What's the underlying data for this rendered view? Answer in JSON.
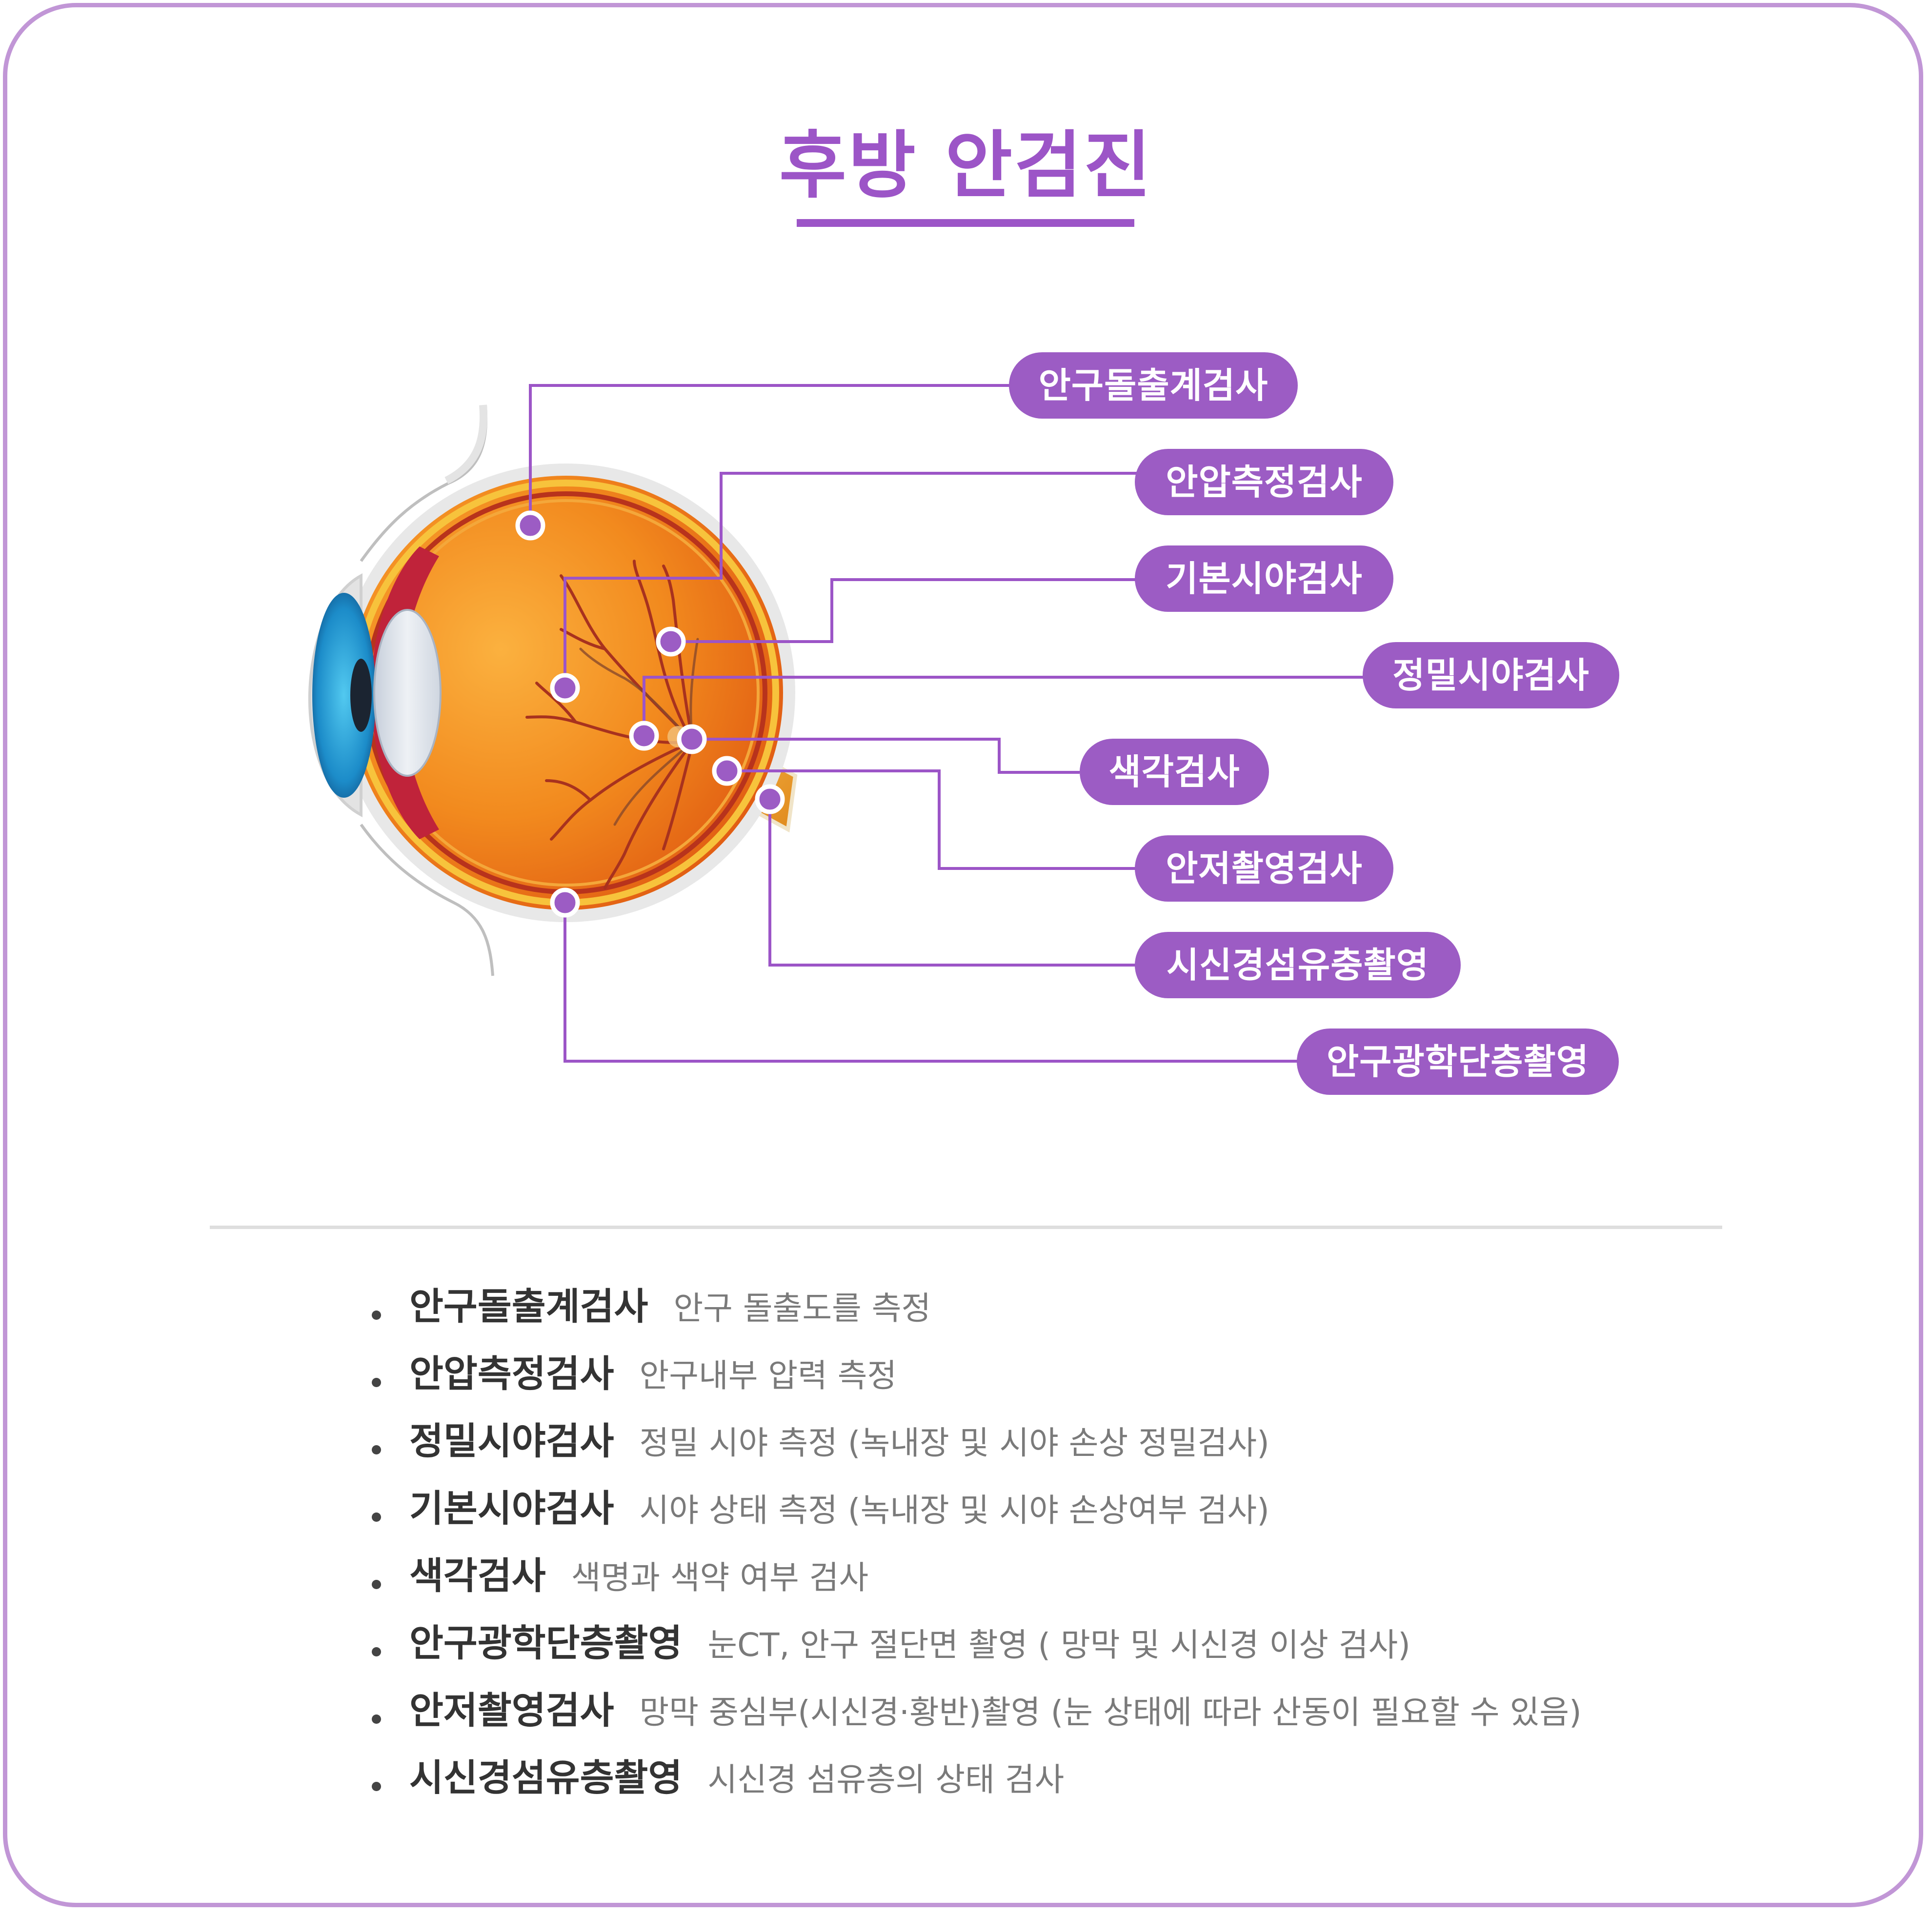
{
  "title": "후방 안검진",
  "accent_color": "#9c55c7",
  "diagram": {
    "illustration": "eye-cross-section",
    "labels": [
      "안구돌출계검사",
      "안압측정검사",
      "기본시야검사",
      "정밀시야검사",
      "색각검사",
      "안저촬영검사",
      "시신경섬유충촬영",
      "안구광학단층촬영"
    ]
  },
  "legend": [
    {
      "term": "안구돌출계검사",
      "desc": "안구 돌출도를 측정"
    },
    {
      "term": "안압측정검사",
      "desc": "안구내부 압력 측정"
    },
    {
      "term": "정밀시야검사",
      "desc": "정밀 시야 측정 (녹내장 및 시야 손상 정밀검사)"
    },
    {
      "term": "기본시야검사",
      "desc": "시야 상태 측정 (녹내장 및 시야 손상여부 검사)"
    },
    {
      "term": "색각검사",
      "desc": "색명과 색약 여부 검사"
    },
    {
      "term": "안구광학단층촬영",
      "desc": "눈CT, 안구 절단면 촬영 ( 망막 및 시신경 이상 검사)"
    },
    {
      "term": "안저촬영검사",
      "desc": "망막 중심부(시신경·황반)촬영 (눈 상태에 따라 산동이 필요할 수 있음)"
    },
    {
      "term": "시신경섬유층촬영",
      "desc": "시신경 섬유층의 상태 검사"
    }
  ]
}
